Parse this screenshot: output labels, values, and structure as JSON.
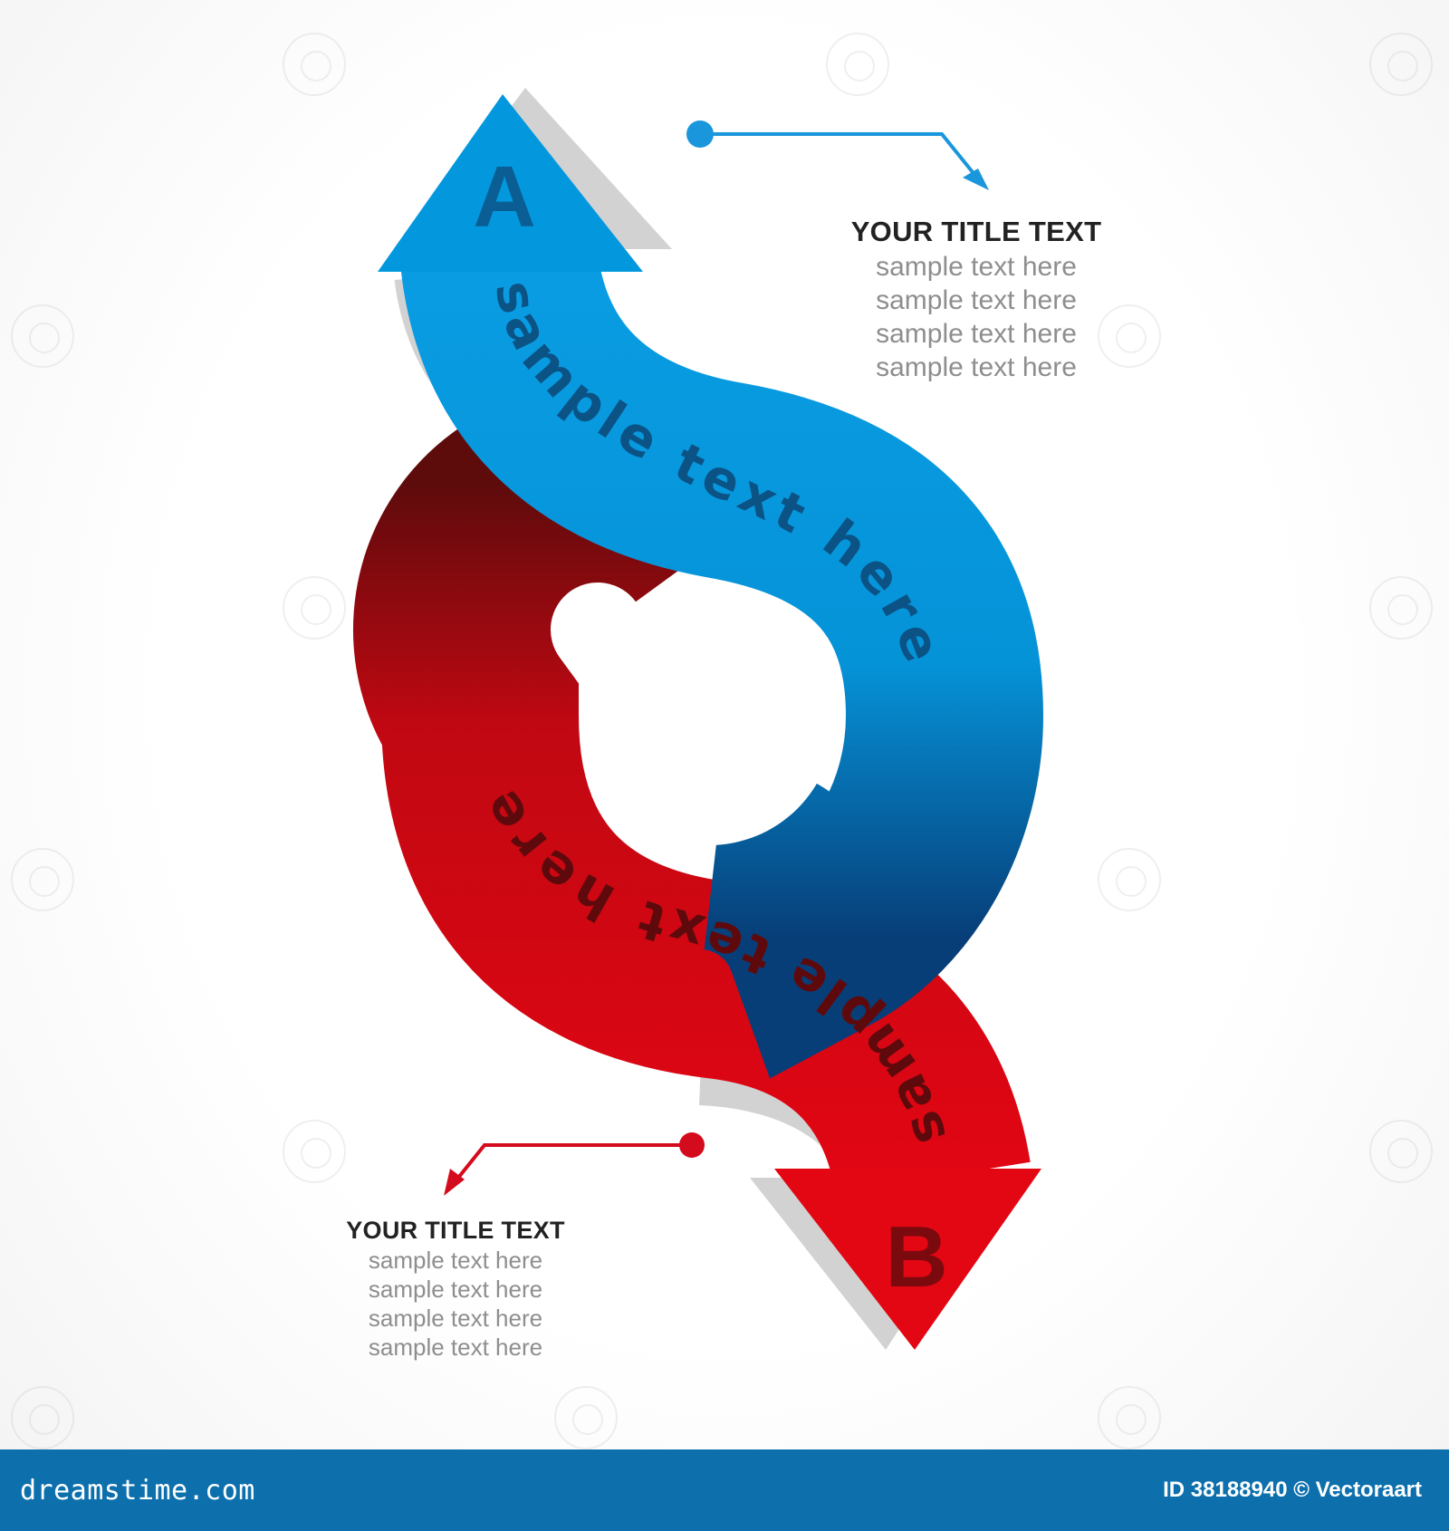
{
  "diagram": {
    "arrow_a": {
      "letter": "A",
      "curved_text": "sample text here",
      "color": "#0398dd",
      "letter_color": "#0a5e94"
    },
    "arrow_b": {
      "letter": "B",
      "curved_text": "sample text here",
      "color": "#db0412",
      "letter_color": "#7a0a0e"
    }
  },
  "callout_top": {
    "title": "YOUR TITLE TEXT",
    "lines": [
      "sample text here",
      "sample text here",
      "sample text here",
      "sample text here"
    ],
    "connector_color": "#1a96dc"
  },
  "callout_bottom": {
    "title": "YOUR TITLE TEXT",
    "lines": [
      "sample text here",
      "sample text here",
      "sample text here",
      "sample text here"
    ],
    "connector_color": "#d40b1c"
  },
  "footer": {
    "brand": "dreamstime.com",
    "stock_id": "ID 38188940 © Vectoraart",
    "background": "#0d70ad"
  }
}
